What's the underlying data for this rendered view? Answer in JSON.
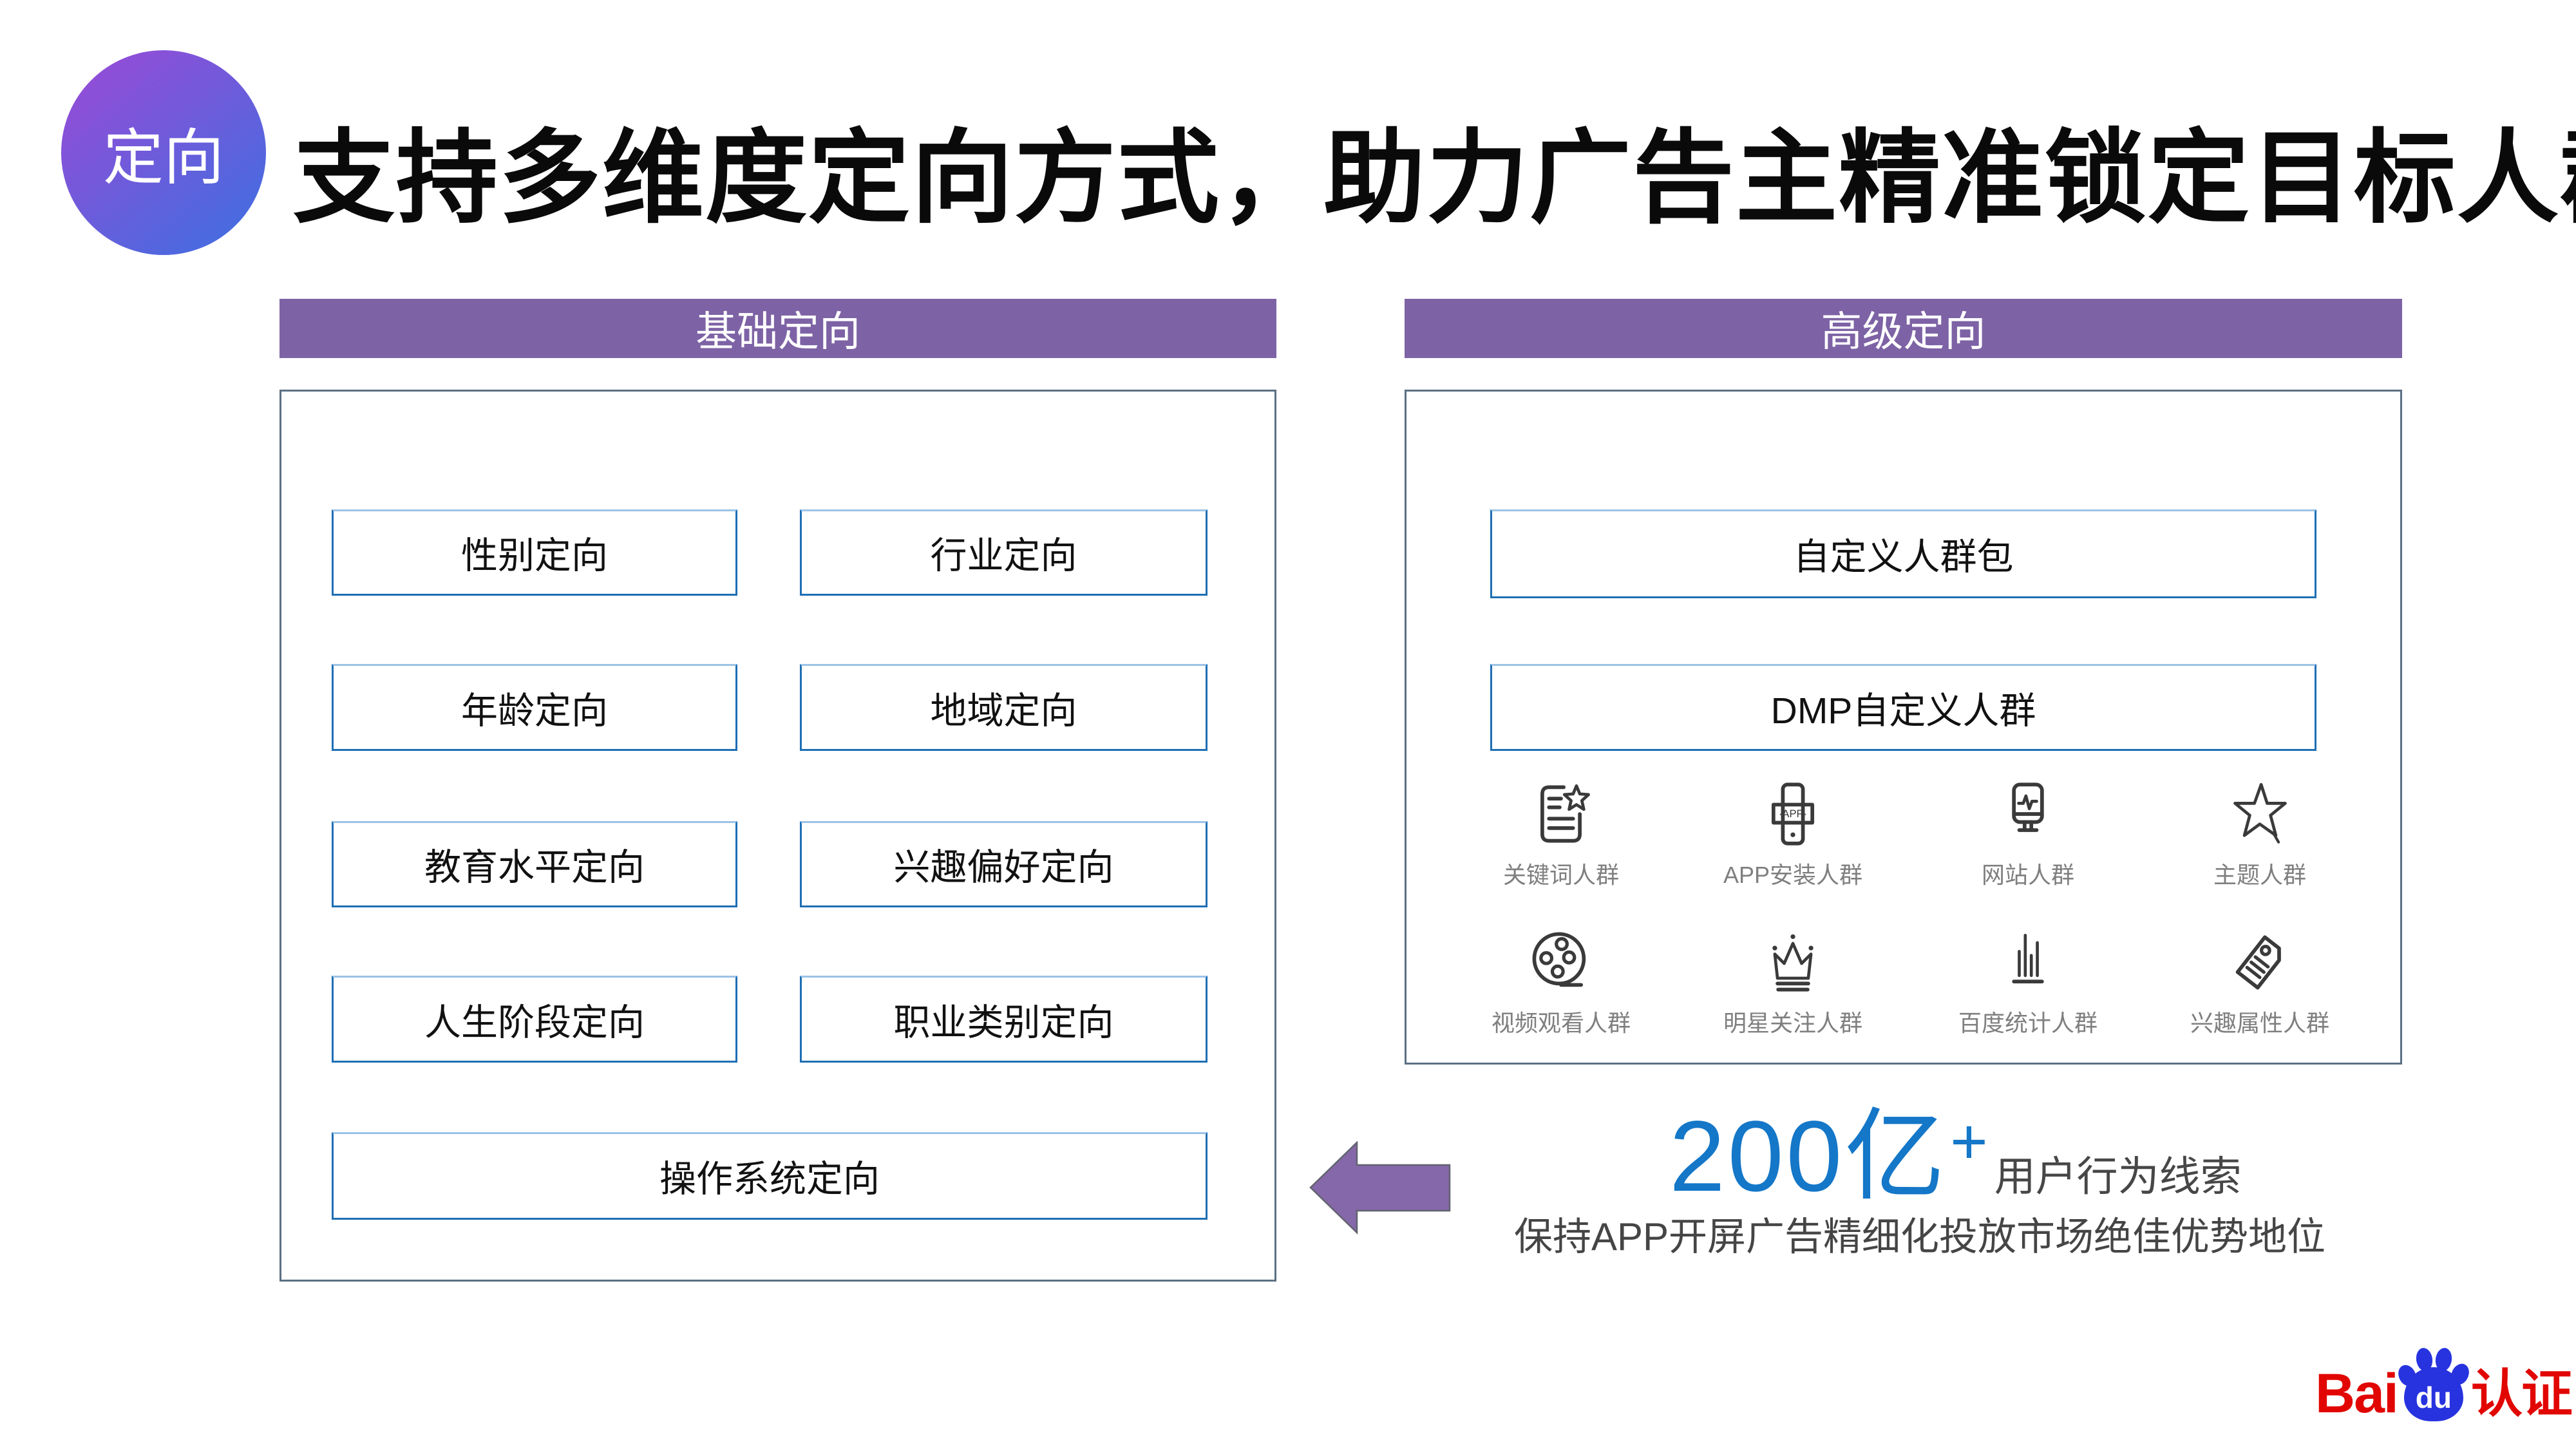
{
  "badge": {
    "label": "定向"
  },
  "title": "支持多维度定向方式，助力广告主精准锁定目标人群",
  "basic_panel": {
    "header": "基础定向",
    "items": [
      "性别定向",
      "行业定向",
      "年龄定向",
      "地域定向",
      "教育水平定向",
      "兴趣偏好定向",
      "人生阶段定向",
      "职业类别定向"
    ],
    "full_width_item": "操作系统定向"
  },
  "advanced_panel": {
    "header": "高级定向",
    "big_items": [
      "自定义人群包",
      "DMP自定义人群"
    ],
    "icon_items": [
      {
        "icon": "keyword-doc-star-icon",
        "label": "关键词人群"
      },
      {
        "icon": "app-install-phone-icon",
        "label": "APP安装人群"
      },
      {
        "icon": "website-monitor-icon",
        "label": "网站人群"
      },
      {
        "icon": "theme-star-icon",
        "label": "主题人群"
      },
      {
        "icon": "video-reel-icon",
        "label": "视频观看人群"
      },
      {
        "icon": "star-crown-icon",
        "label": "明星关注人群"
      },
      {
        "icon": "stats-bars-icon",
        "label": "百度统计人群"
      },
      {
        "icon": "interest-tag-icon",
        "label": "兴趣属性人群"
      }
    ]
  },
  "stat": {
    "value": "200亿",
    "plus": "+",
    "suffix": "用户行为线索",
    "description": "保持APP开屏广告精细化投放市场绝佳优势地位"
  },
  "logo": {
    "bai": "Bai",
    "du": "du",
    "suffix": "认证"
  },
  "colors": {
    "header_purple": "#7d63a5",
    "box_border_blue": "#1e6fb4",
    "panel_border_gray": "#5b7083",
    "stat_blue": "#1477c8",
    "arrow_purple": "#8568a9",
    "badge_gradient": [
      "#9d49d6",
      "#3b70e2"
    ],
    "baidu_red": "#e10601",
    "baidu_blue": "#2733df"
  }
}
